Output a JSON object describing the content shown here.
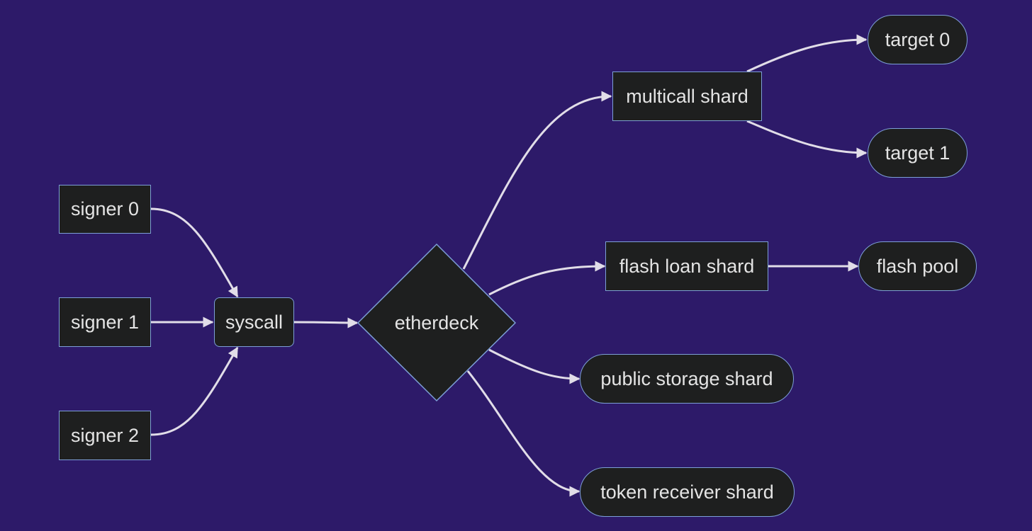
{
  "colors": {
    "background": "#2d1a69",
    "node_fill": "#1e1f1f",
    "node_border": "#7d9fd6",
    "edge": "#e1dde8",
    "text": "#e4e4e4"
  },
  "nodes": {
    "signer0": "signer 0",
    "signer1": "signer 1",
    "signer2": "signer 2",
    "syscall": "syscall",
    "etherdeck": "etherdeck",
    "multicall": "multicall shard",
    "flashloan": "flash loan shard",
    "publicstorage": "public storage shard",
    "tokenreceiver": "token receiver shard",
    "target0": "target 0",
    "target1": "target 1",
    "flashpool": "flash pool"
  },
  "edges": [
    {
      "from": "signer 0",
      "to": "syscall"
    },
    {
      "from": "signer 1",
      "to": "syscall"
    },
    {
      "from": "signer 2",
      "to": "syscall"
    },
    {
      "from": "syscall",
      "to": "etherdeck"
    },
    {
      "from": "etherdeck",
      "to": "multicall shard"
    },
    {
      "from": "etherdeck",
      "to": "flash loan shard"
    },
    {
      "from": "etherdeck",
      "to": "public storage shard"
    },
    {
      "from": "etherdeck",
      "to": "token receiver shard"
    },
    {
      "from": "multicall shard",
      "to": "target 0"
    },
    {
      "from": "multicall shard",
      "to": "target 1"
    },
    {
      "from": "flash loan shard",
      "to": "flash pool"
    }
  ]
}
